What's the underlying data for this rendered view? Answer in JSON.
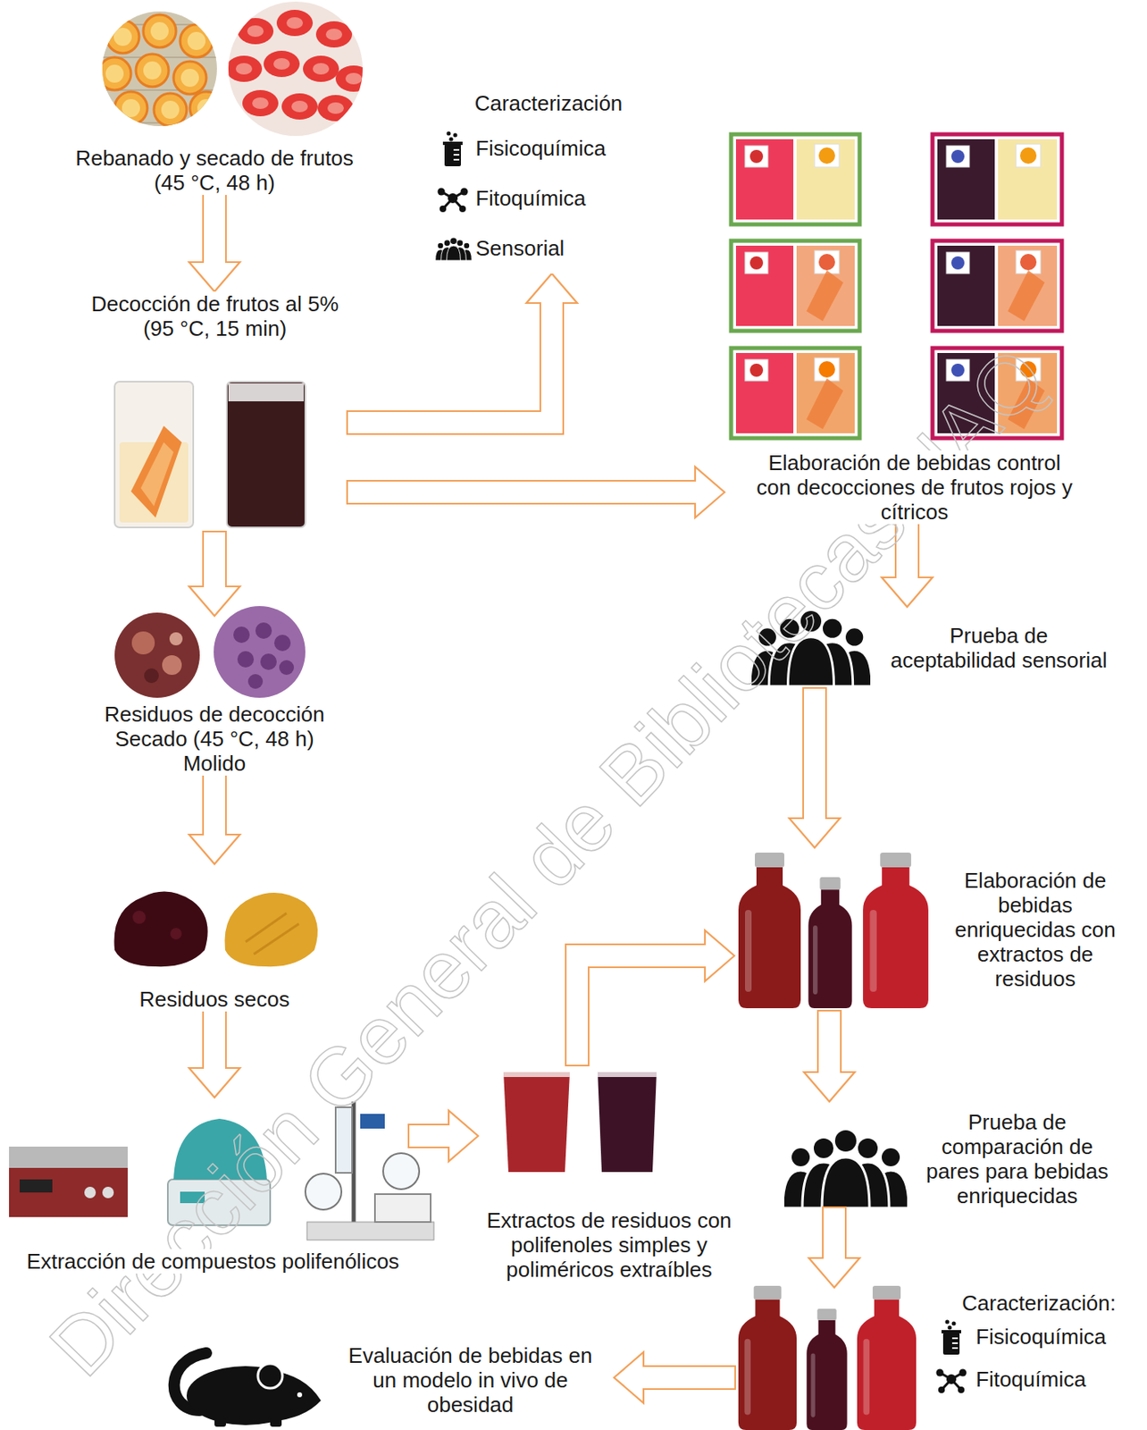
{
  "diagram": {
    "nodes": [
      {
        "text": [
          "Rebanado y secado de frutos (45 °C, 48 h)"
        ]
      },
      {
        "text": [
          "Caracterización",
          "Fisicoquímica",
          "Fitoquímica",
          "Sensorial"
        ]
      },
      {
        "text": [
          "Decocción de frutos al 5% (95 °C, 15 min)"
        ]
      },
      {
        "text": [
          "Elaboración de bebidas control con decocciones de frutos rojos y cítricos"
        ]
      },
      {
        "text": [
          "Prueba de aceptabilidad sensorial"
        ]
      },
      {
        "text": [
          "Residuos de decocción Secado (45 °C, 48 h) Molido"
        ]
      },
      {
        "text": [
          "Residuos secos"
        ]
      },
      {
        "text": [
          "Extracción de compuestos polifenólicos"
        ]
      },
      {
        "text": [
          "Extractos de residuos con polifenoles simples y poliméricos extraíbles"
        ]
      },
      {
        "text": [
          "Elaboración de bebidas enriquecidas con extractos de residuos"
        ]
      },
      {
        "text": [
          "Prueba de comparación de pares para bebidas enriquecidas"
        ]
      },
      {
        "text": [
          "Caracterización:",
          "Fisicoquímica",
          "Fitoquímica"
        ]
      },
      {
        "text": [
          "Evaluación de bebidas en un modelo in vivo de obesidad"
        ]
      }
    ],
    "edges": [
      {
        "from": 0,
        "to": 2,
        "arrow": "to"
      },
      {
        "from": 2,
        "to": 1,
        "arrow": "to"
      },
      {
        "from": 2,
        "to": 3,
        "arrow": "to"
      },
      {
        "from": 3,
        "to": 4,
        "arrow": "to"
      },
      {
        "from": 2,
        "to": 5,
        "arrow": "to"
      },
      {
        "from": 5,
        "to": 6,
        "arrow": "to"
      },
      {
        "from": 6,
        "to": 7,
        "arrow": "to"
      },
      {
        "from": 7,
        "to": 8,
        "arrow": "to"
      },
      {
        "from": 8,
        "to": 9,
        "arrow": "to"
      },
      {
        "from": 4,
        "to": 9,
        "arrow": "to"
      },
      {
        "from": 9,
        "to": 10,
        "arrow": "to"
      },
      {
        "from": 10,
        "to": 11,
        "arrow": "to"
      },
      {
        "from": 11,
        "to": 12,
        "arrow": "to"
      }
    ],
    "labels": [
      "Dirección General de Bibliotecas UAQ"
    ]
  }
}
